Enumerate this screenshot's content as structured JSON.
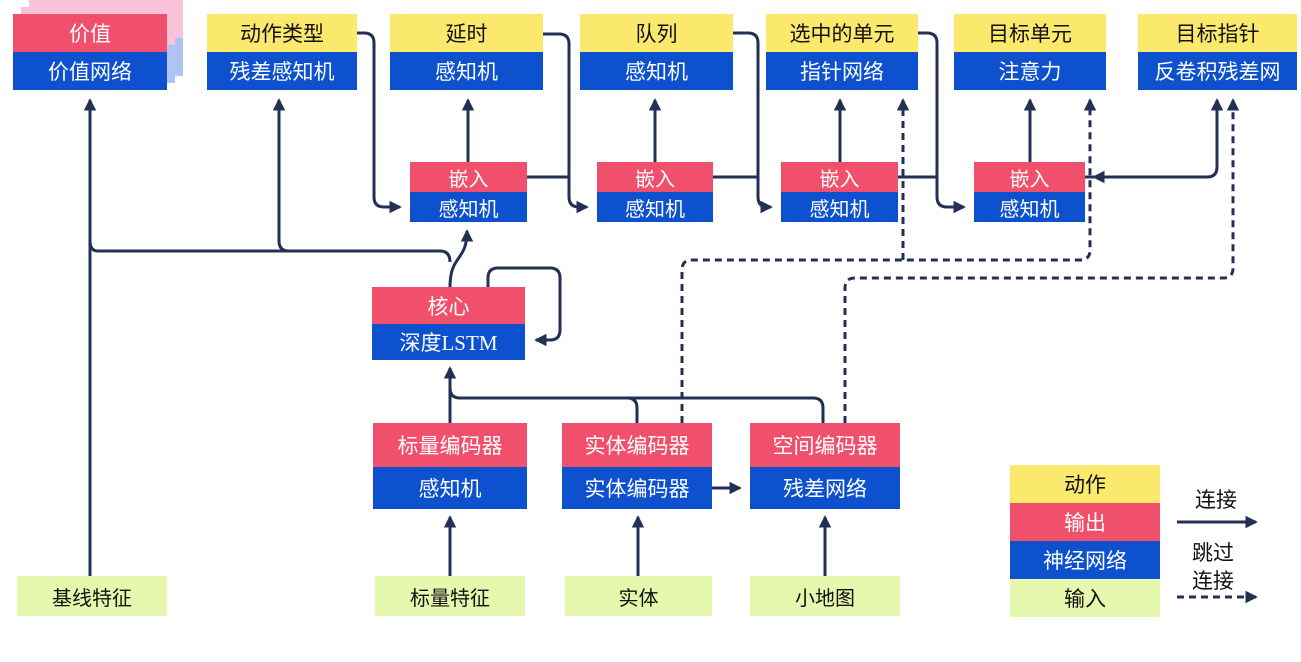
{
  "palette": {
    "action_yellow": "#FBE96E",
    "output_red": "#F0506B",
    "network_blue": "#0D51CE",
    "input_green": "#E6F7AE",
    "line_navy": "#233056",
    "ghost_pink": "#F8C2D8",
    "ghost_blue": "#AEC4F4"
  },
  "heads": [
    {
      "top": "价值",
      "bottom": "价值网络"
    },
    {
      "top": "动作类型",
      "bottom": "残差感知机"
    },
    {
      "top": "延时",
      "bottom": "感知机"
    },
    {
      "top": "队列",
      "bottom": "感知机"
    },
    {
      "top": "选中的单元",
      "bottom": "指针网络"
    },
    {
      "top": "目标单元",
      "bottom": "注意力"
    },
    {
      "top": "目标指针",
      "bottom": "反卷积残差网"
    }
  ],
  "embeds": [
    {
      "top": "嵌入",
      "bottom": "感知机"
    },
    {
      "top": "嵌入",
      "bottom": "感知机"
    },
    {
      "top": "嵌入",
      "bottom": "感知机"
    },
    {
      "top": "嵌入",
      "bottom": "感知机"
    }
  ],
  "core": {
    "top": "核心",
    "bottom": "深度LSTM"
  },
  "encoders": [
    {
      "top": "标量编码器",
      "bottom": "感知机"
    },
    {
      "top": "实体编码器",
      "bottom": "实体编码器"
    },
    {
      "top": "空间编码器",
      "bottom": "残差网络"
    }
  ],
  "inputs": [
    "基线特征",
    "标量特征",
    "实体",
    "小地图"
  ],
  "legend": {
    "swatches": [
      {
        "label": "动作"
      },
      {
        "label": "输出"
      },
      {
        "label": "神经网络"
      },
      {
        "label": "输入"
      }
    ],
    "solid_arrow_label": "连接",
    "dashed_arrow_label_line1": "跳过",
    "dashed_arrow_label_line2": "连接"
  }
}
